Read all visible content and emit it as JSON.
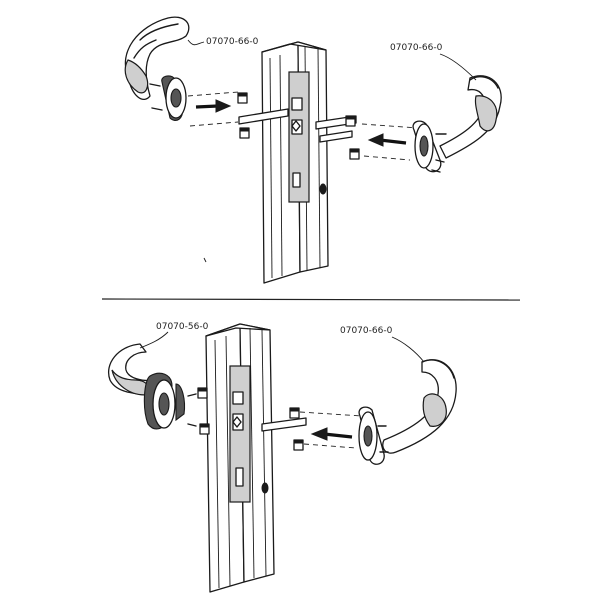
{
  "diagram": {
    "labels": {
      "top_left": "07070-66-0",
      "top_right": "07070-66-0",
      "bottom_left": "07070-56-0",
      "bottom_right": "07070-66-0"
    }
  }
}
